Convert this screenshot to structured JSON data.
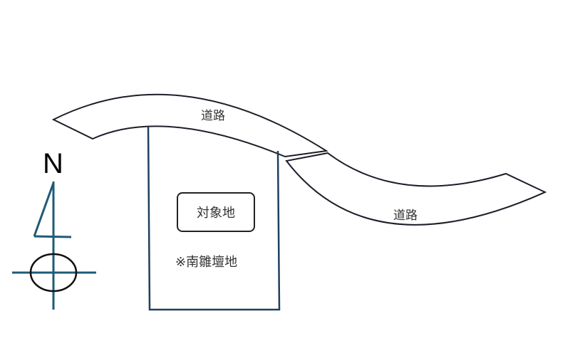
{
  "roads": [
    {
      "label": "道路"
    },
    {
      "label": "道路"
    }
  ],
  "target": {
    "label": "対象地",
    "note": "※南雛壇地"
  },
  "compass": {
    "label": "N"
  },
  "colors": {
    "line": "#1d1d2a",
    "compass": "#1f5a78",
    "plot": "#1f3f5f"
  }
}
